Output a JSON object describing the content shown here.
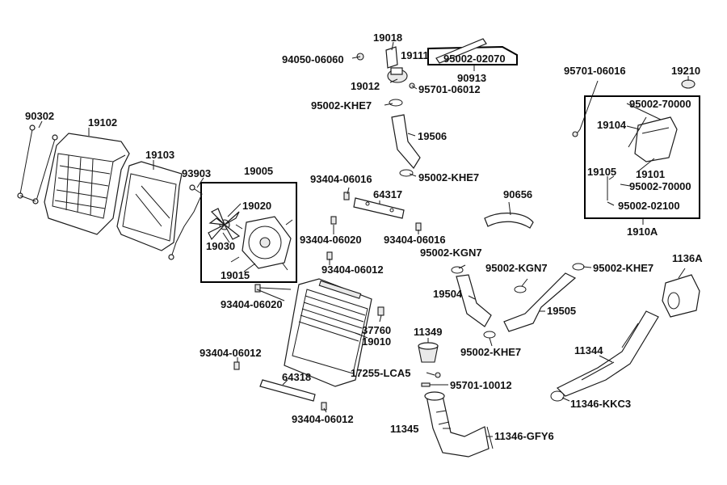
{
  "labels": {
    "l19018": "19018",
    "l19111": "19111",
    "l94050_06060": "94050-06060",
    "l95002_02070": "95002-02070",
    "l90913": "90913",
    "l19012": "19012",
    "l95701_06012": "95701-06012",
    "l95002_khe7_top": "95002-KHE7",
    "l19506": "19506",
    "l95002_khe7_mid": "95002-KHE7",
    "l95701_06016": "95701-06016",
    "l19210": "19210",
    "l95002_70000_a": "95002-70000",
    "l19104": "19104",
    "l19105": "19105",
    "l19101": "19101",
    "l95002_70000_b": "95002-70000",
    "l95002_02100": "95002-02100",
    "l1910A": "1910A",
    "l90302": "90302",
    "l19102": "19102",
    "l19103": "19103",
    "l93903": "93903",
    "l19005": "19005",
    "l19020": "19020",
    "l19030": "19030",
    "l19015": "19015",
    "l93404_06016_a": "93404-06016",
    "l64317": "64317",
    "l93404_06020_a": "93404-06020",
    "l93404_06016_b": "93404-06016",
    "l90656": "90656",
    "l95002_kgn7_a": "95002-KGN7",
    "l93404_06012_a": "93404-06012",
    "l95002_kgn7_b": "95002-KGN7",
    "l95002_khe7_right": "95002-KHE7",
    "l1136A": "1136A",
    "l93404_06020_b": "93404-06020",
    "l19504": "19504",
    "l19505": "19505",
    "l37760": "37760",
    "l19010": "19010",
    "l11349": "11349",
    "l93404_06012_b": "93404-06012",
    "l95002_khe7_low": "95002-KHE7",
    "l11344": "11344",
    "l17255_lca5": "17255-LCA5",
    "l95701_10012": "95701-10012",
    "l64318": "64318",
    "l11346_kkc3": "11346-KKC3",
    "l93404_06012_c": "93404-06012",
    "l11345": "11345",
    "l11346_gfy6": "11346-GFY6"
  },
  "colors": {
    "ink": "#111111",
    "part_fill": "#e9e9e9",
    "background": "#ffffff"
  }
}
